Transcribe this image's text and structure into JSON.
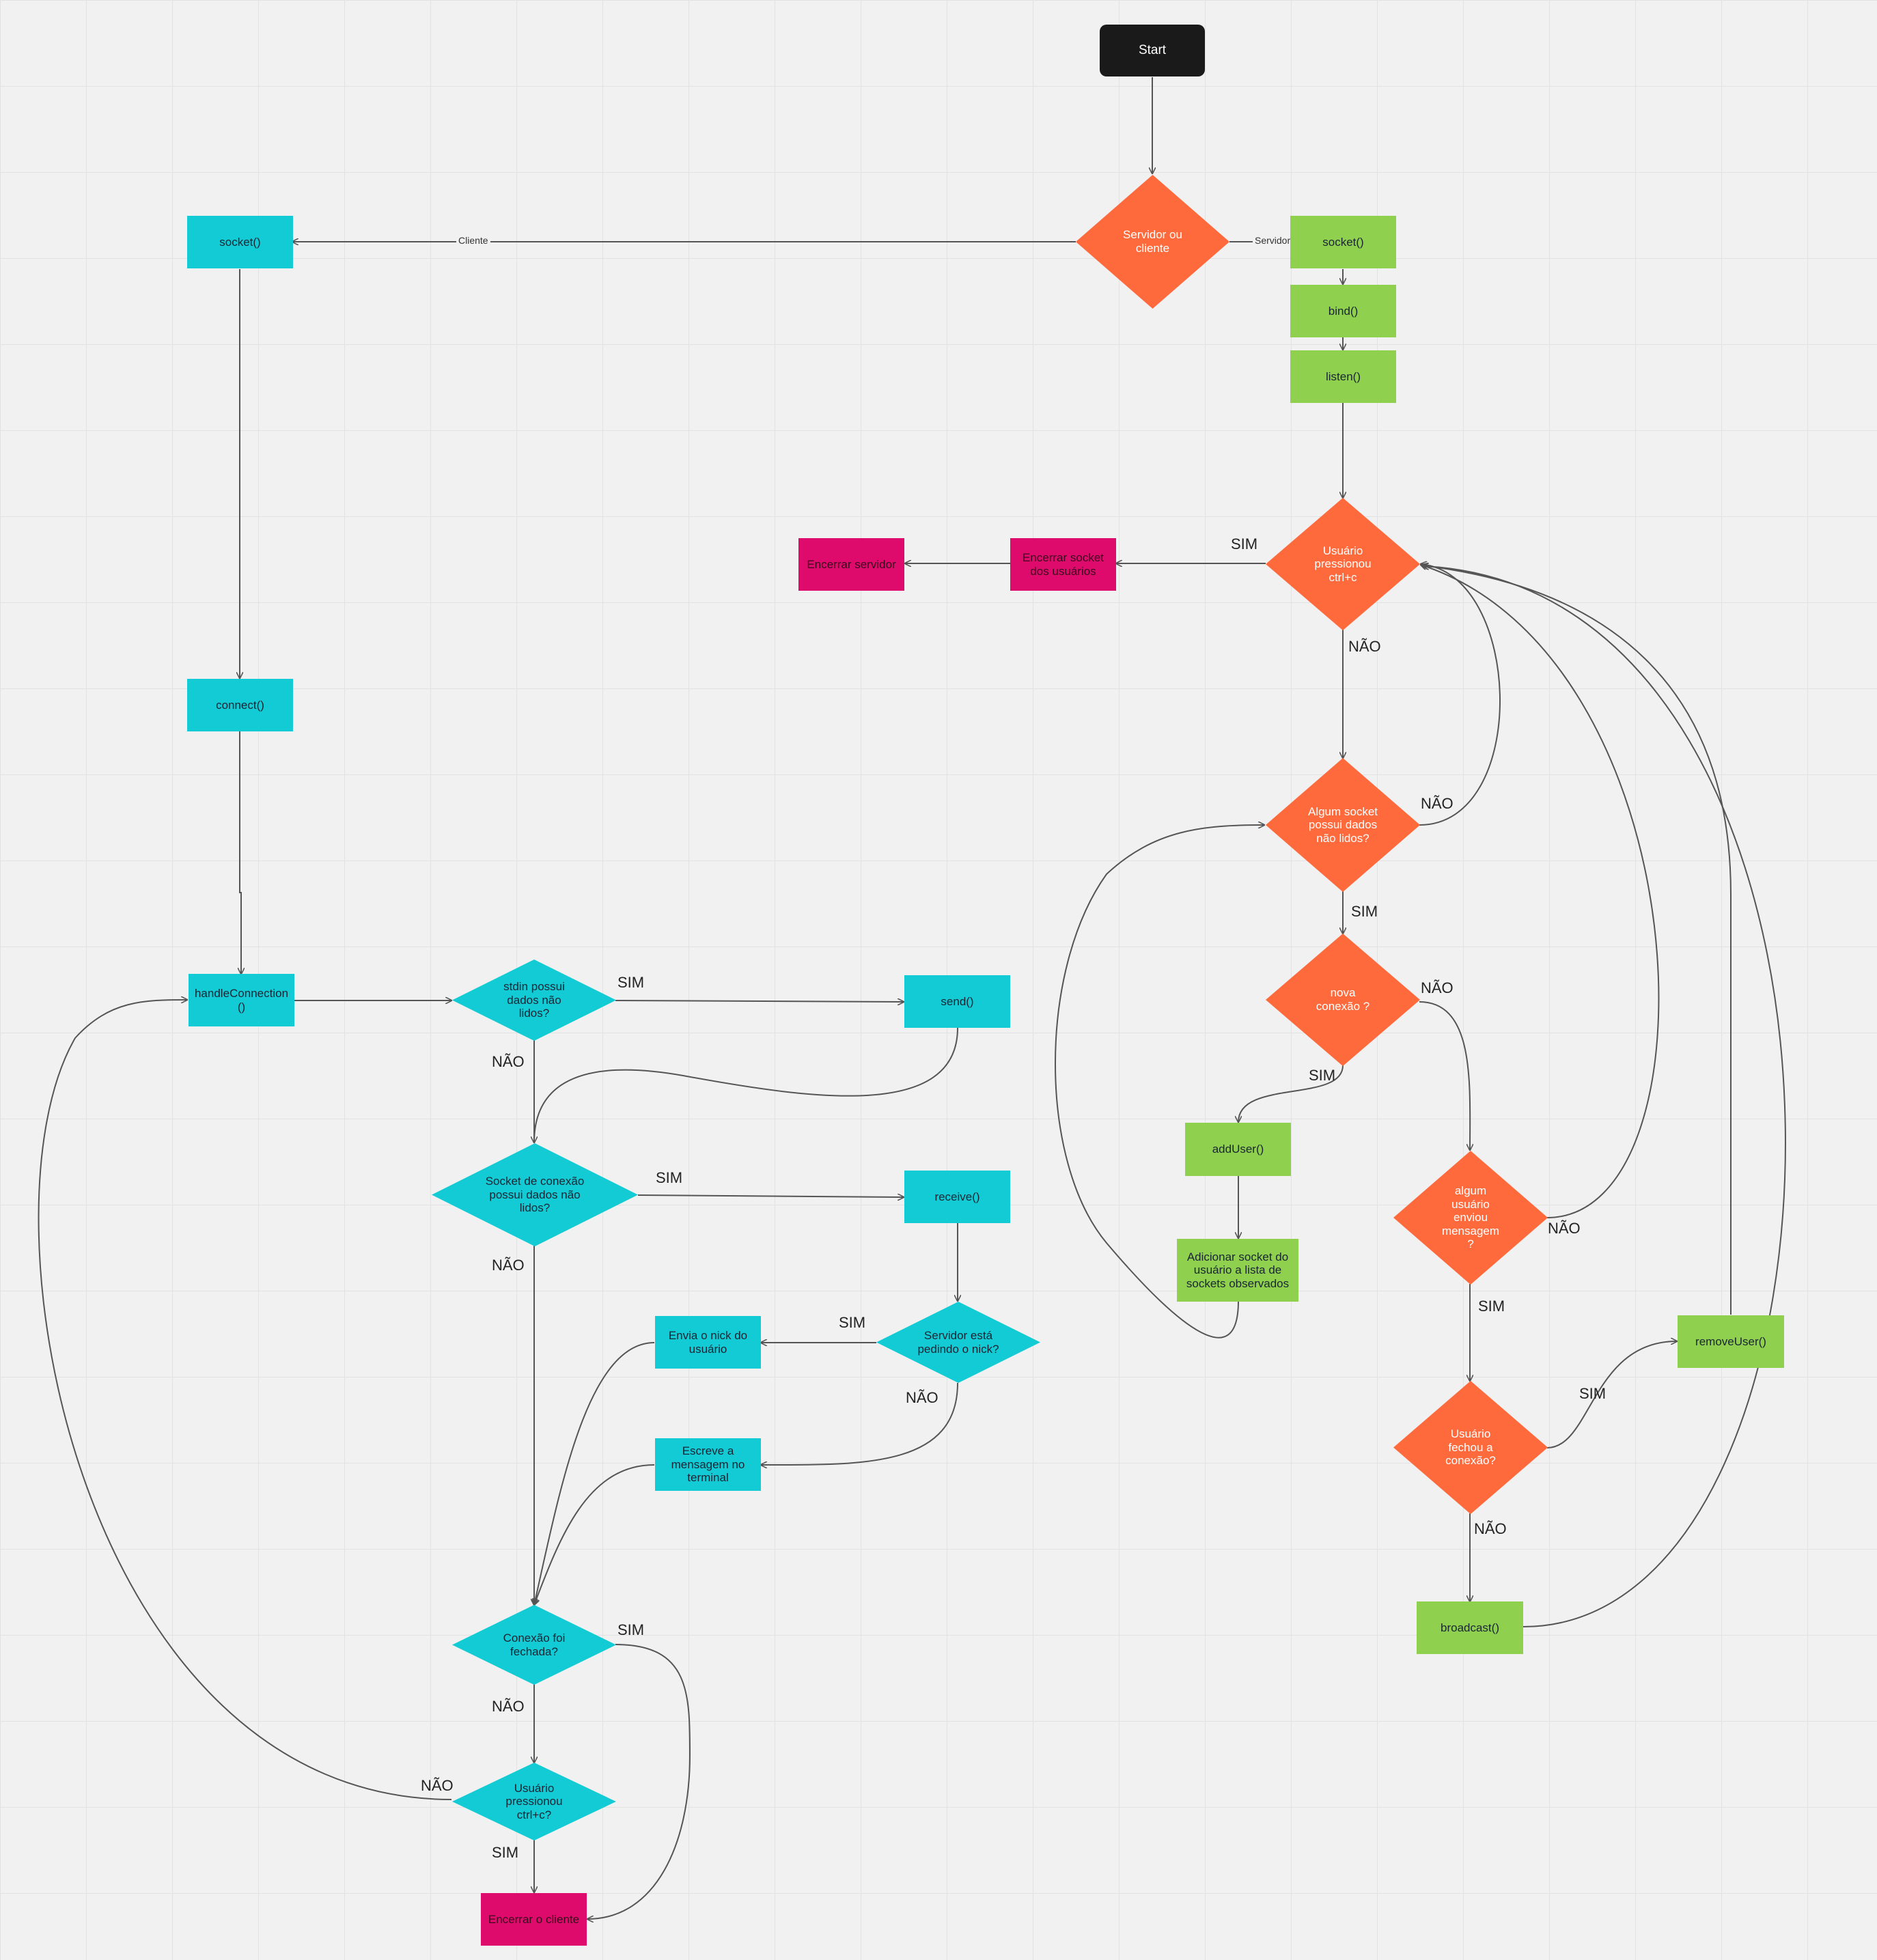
{
  "nodes": {
    "start": "Start",
    "servidor_ou_cliente": "Servidor ou cliente",
    "srv_socket": "socket()",
    "srv_bind": "bind()",
    "srv_listen": "listen()",
    "srv_ctrlc": "Usuário pressionou ctrl+c",
    "srv_encerrar_socket": "Encerrar socket dos usuários",
    "srv_encerrar_servidor": "Encerrar servidor",
    "srv_algum_socket": "Algum socket possui dados não lidos?",
    "srv_nova_conexao": "nova conexão ?",
    "srv_adduser": "addUser()",
    "srv_adicionar_socket": "Adicionar socket do usuário a lista de sockets observados",
    "srv_algum_usuario": "algum usuário enviou mensagem ?",
    "srv_fechou": "Usuário fechou a conexão?",
    "srv_removeuser": "removeUser()",
    "srv_broadcast": "broadcast()",
    "cli_socket": "socket()",
    "cli_connect": "connect()",
    "cli_handle": "handleConnection()",
    "cli_stdin": "stdin possui dados não lidos?",
    "cli_send": "send()",
    "cli_socket_conexao": "Socket de conexão possui dados não lidos?",
    "cli_receive": "receive()",
    "cli_servidor_nick": "Servidor está pedindo o nick?",
    "cli_envia_nick": "Envia o nick do usuário",
    "cli_escreve": "Escreve a mensagem no terminal",
    "cli_conexao_fechada": "Conexão foi fechada?",
    "cli_ctrlc": "Usuário pressionou ctrl+c?",
    "cli_encerrar": "Encerrar o cliente"
  },
  "edge_labels": {
    "cliente": "Cliente",
    "servidor": "Servidor",
    "sim": "SIM",
    "nao": "NÃO"
  },
  "colors": {
    "start": "#1a1a1a",
    "server_decision": "#ff6a3d",
    "server_process": "#8fd14f",
    "client": "#12cbd4",
    "terminate": "#de0a6c",
    "edge": "#555555"
  }
}
